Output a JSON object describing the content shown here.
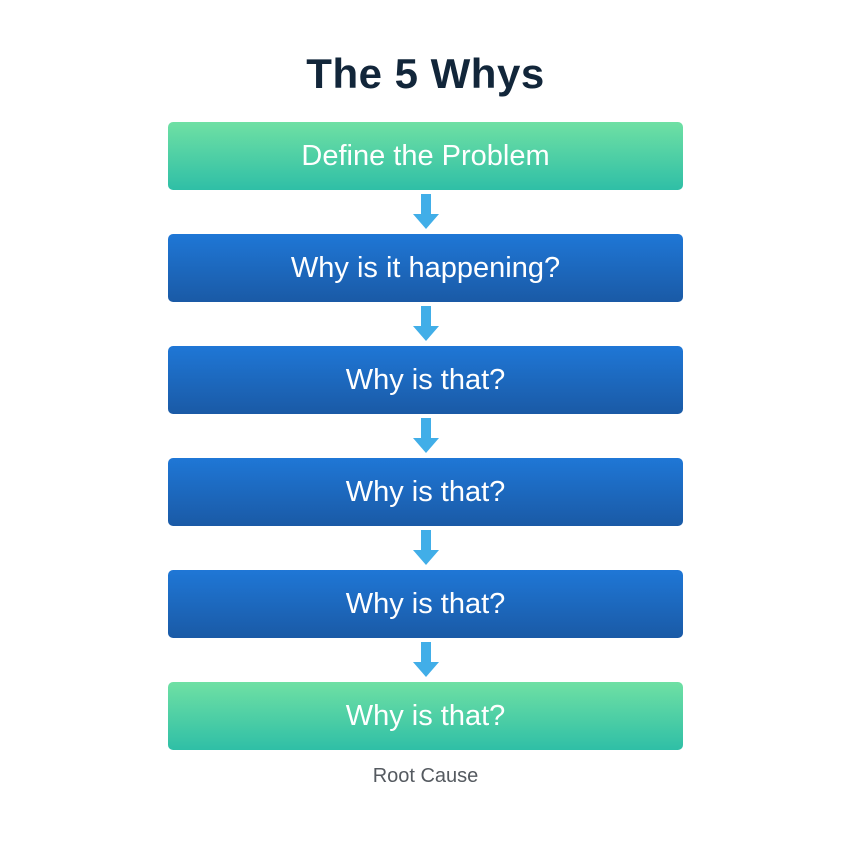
{
  "title": "The 5 Whys",
  "steps": [
    {
      "label": "Define the Problem",
      "style": "green"
    },
    {
      "label": "Why is it happening?",
      "style": "blue"
    },
    {
      "label": "Why is that?",
      "style": "blue"
    },
    {
      "label": "Why is that?",
      "style": "blue"
    },
    {
      "label": "Why is that?",
      "style": "blue"
    },
    {
      "label": "Why is that?",
      "style": "green"
    }
  ],
  "footer_label": "Root Cause",
  "colors": {
    "title": "#12263a",
    "green_top": "#6fe0a4",
    "green_bottom": "#2fbfa6",
    "blue_top": "#1f77d6",
    "blue_bottom": "#1a5aa6",
    "arrow": "#41aee8"
  }
}
